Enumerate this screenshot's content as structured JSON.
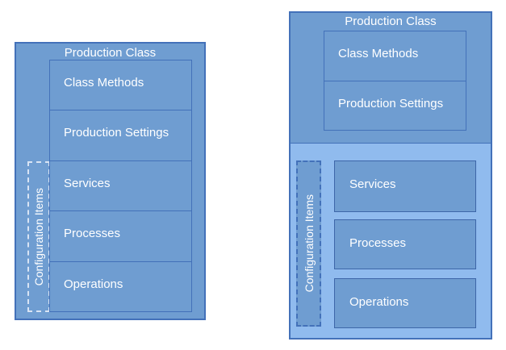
{
  "colors": {
    "shape_fill": "#6F9DD1",
    "light_section_fill": "#90BBEE",
    "border": "#4371B9",
    "light_dashed_border": "#D9E4F4",
    "text": "#FFFFFF",
    "background": "#FFFFFF"
  },
  "left_diagram": {
    "title": "Production Class",
    "config_label": "Configuration Items",
    "rows": [
      "Class Methods",
      "Production Settings",
      "Services",
      "Processes",
      "Operations"
    ]
  },
  "right_diagram": {
    "title": "Production Class",
    "config_label": "Configuration Items",
    "top_rows": [
      "Class Methods",
      "Production Settings"
    ],
    "item_boxes": [
      "Services",
      "Processes",
      "Operations"
    ]
  }
}
